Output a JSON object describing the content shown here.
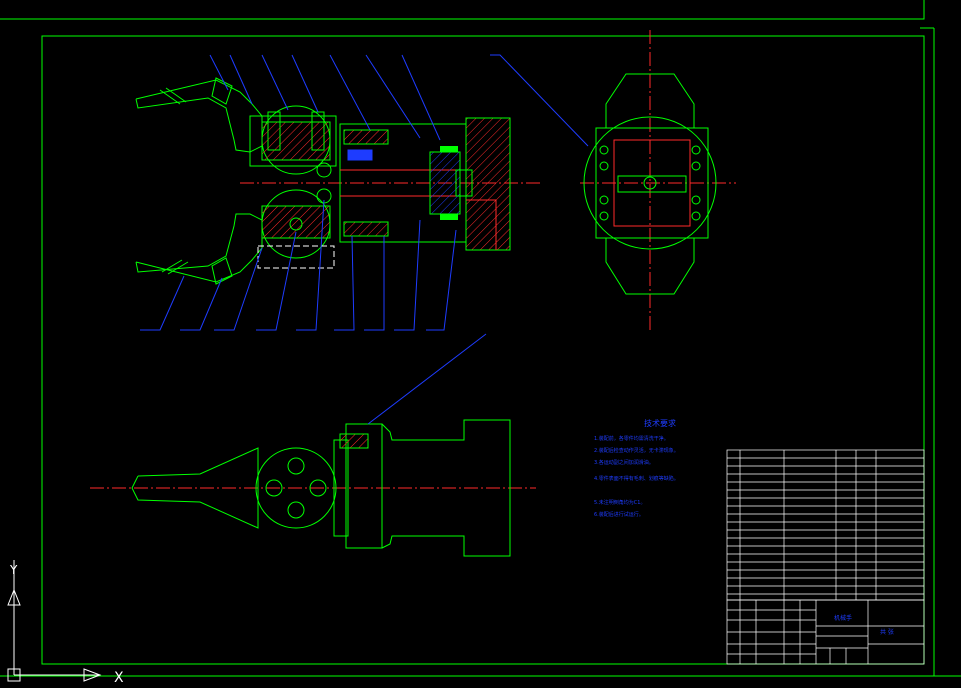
{
  "tech_requirements": {
    "title": "技术要求",
    "lines": [
      "1.装配前，各零件均需清洗干净。",
      "2.装配后检查动作灵活，无卡滞现象。",
      "3.各运动副之间加润滑油。",
      "4.零件表面不得有毛刺、划痕等缺陷。",
      "5.未注明倒角均为C1。",
      "6.装配后进行试运行。"
    ]
  },
  "title_block": {
    "drawing_name": "机械手",
    "sheet": "共  张"
  },
  "colors": {
    "geometry": "#00ff00",
    "leader": "#1e3cff",
    "centerline": "#ff2a2a",
    "text": "#1e3cff",
    "hatch": "#ff2a2a",
    "border": "#00ff00",
    "ucs": "#ffffff"
  },
  "ucs_icon": {
    "x_label": "X",
    "y_label": "Y"
  }
}
